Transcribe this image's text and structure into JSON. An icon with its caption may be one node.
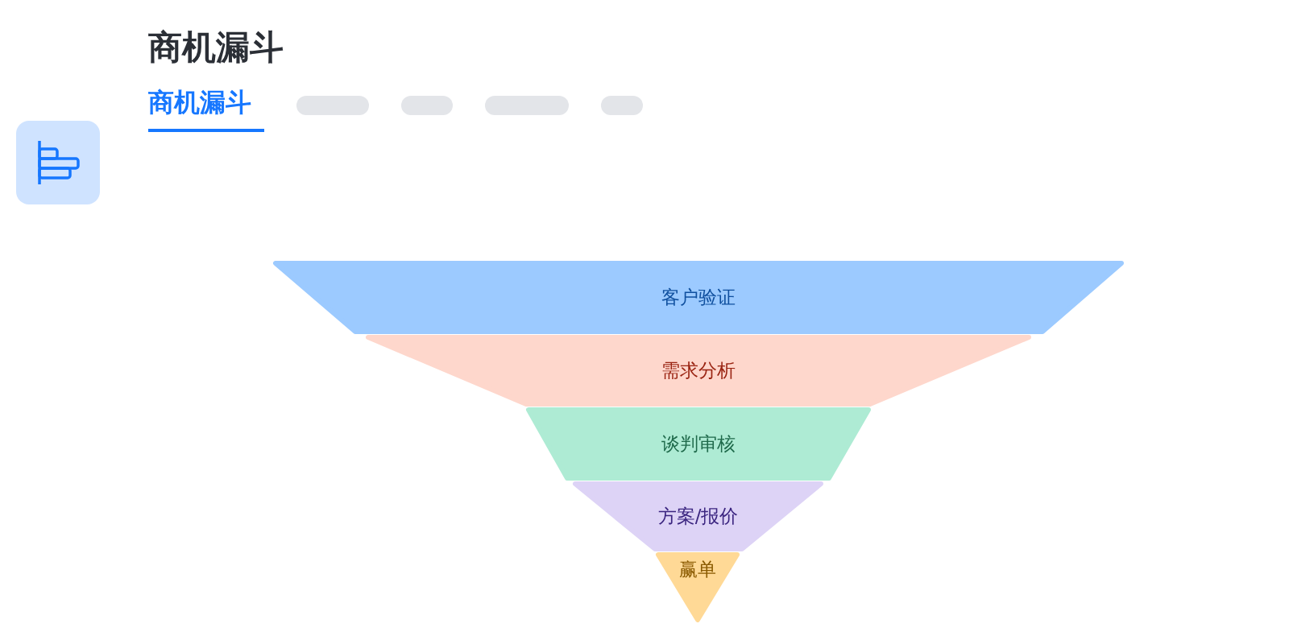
{
  "diagram": {
    "title": "商机漏斗",
    "nodes": [
      {
        "text": [
          "客户验证"
        ]
      },
      {
        "text": [
          "需求分析"
        ]
      },
      {
        "text": [
          "谈判审核"
        ]
      },
      {
        "text": [
          "方案/报价"
        ]
      },
      {
        "text": [
          "赢单"
        ]
      }
    ],
    "labels": [
      "商机漏斗"
    ]
  }
}
